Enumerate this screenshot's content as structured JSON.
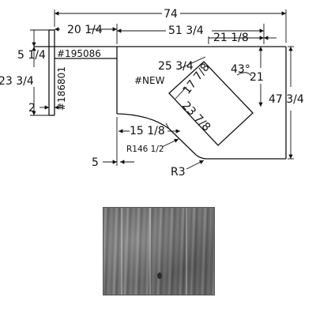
{
  "diagram": {
    "dimensions": {
      "overall_width": "74",
      "left_width": "20 1/4",
      "top_middle": "51 3/4",
      "top_right": "21 1/8",
      "left_top_depth": "5 1/4",
      "left_depth": "23 3/4",
      "left_thickness": "2",
      "right_depth": "47 3/4",
      "diagonal_edge": "25 3/4",
      "right_inner_depth": "21",
      "angle": "43°",
      "cooktop_depth": "17 7/8",
      "cooktop_width": "23 7/8",
      "inner_width": "15 1/8",
      "radius_large": "R146 1/2",
      "bottom_offset": "5",
      "radius_small": "R3"
    },
    "labels": {
      "part_top": "#195086",
      "part_left": "#186801",
      "part_new": "#NEW"
    }
  },
  "swatch": {
    "name": "gray-wood-grain-sample"
  }
}
